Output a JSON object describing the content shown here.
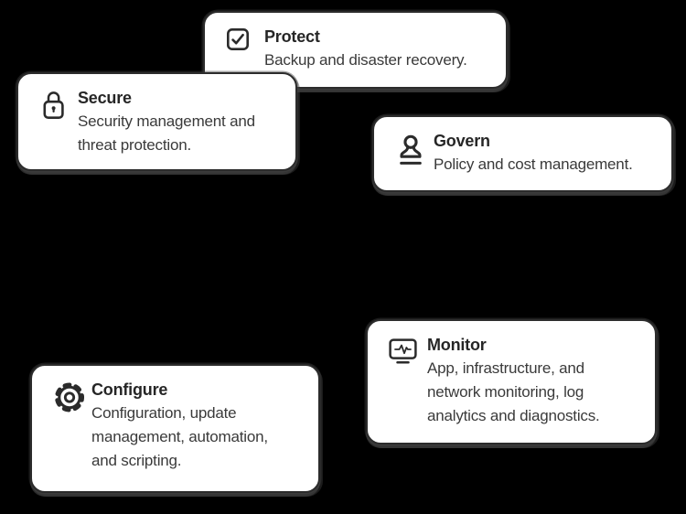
{
  "canvas": {
    "background_color": "#000000",
    "card_background_color": "#ffffff",
    "card_border_color": "#2c2c2c",
    "title_color": "#262626",
    "description_color": "#3a3a3a",
    "icon_color": "#2b2b2b"
  },
  "cards": [
    {
      "id": "protect",
      "icon": "checkbox-check-icon",
      "title": "Protect",
      "description": "Backup and disaster recovery."
    },
    {
      "id": "secure",
      "icon": "lock-icon",
      "title": "Secure",
      "description": "Security management and\nthreat protection."
    },
    {
      "id": "govern",
      "icon": "stamp-icon",
      "title": "Govern",
      "description": "Policy and cost management."
    },
    {
      "id": "monitor",
      "icon": "monitor-pulse-icon",
      "title": "Monitor",
      "description": "App, infrastructure, and\nnetwork monitoring, log\nanalytics and diagnostics."
    },
    {
      "id": "configure",
      "icon": "gear-icon",
      "title": "Configure",
      "description": "Configuration, update\nmanagement, automation,\nand scripting."
    }
  ]
}
